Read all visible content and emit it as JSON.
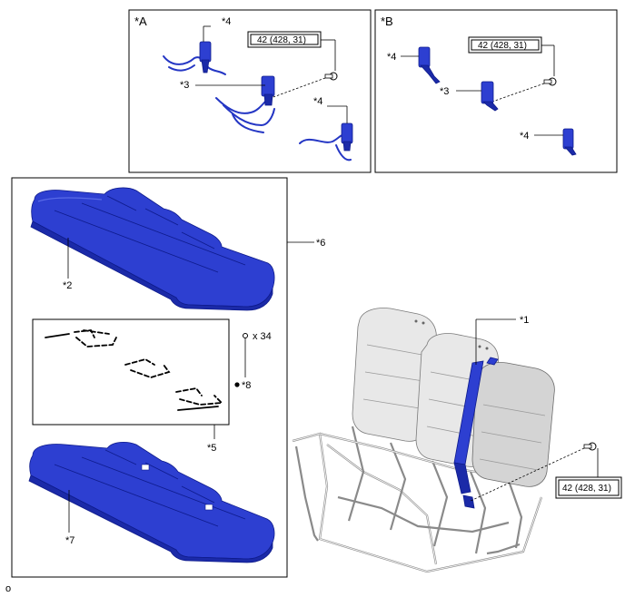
{
  "views": {
    "view_a": {
      "label": "*A"
    },
    "view_b": {
      "label": "*B"
    }
  },
  "callouts": {
    "a_top_4": "*4",
    "a_3": "*3",
    "a_right_4": "*4",
    "b_top_4": "*4",
    "b_3": "*3",
    "b_bottom_4": "*4",
    "part_6": "*6",
    "part_2": "*2",
    "part_5": "*5",
    "part_7": "*7",
    "part_8": "*8",
    "part_1": "*1",
    "qty_8": "x 34",
    "footer_code": "o"
  },
  "torque": {
    "a": "42 (428, 31)",
    "b": "42 (428, 31)",
    "main": "42 (428, 31)"
  },
  "colors": {
    "part_highlight": "#2d3fd1",
    "seat_gray": "#d4d4d4"
  }
}
